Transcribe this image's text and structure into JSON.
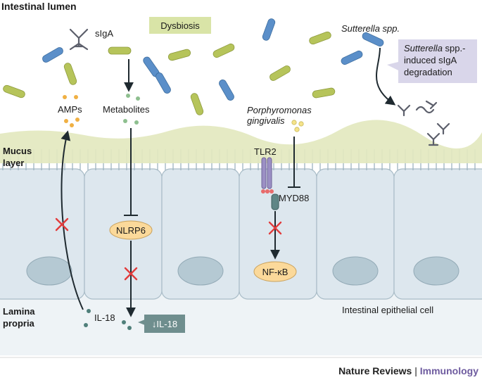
{
  "labels": {
    "lumen": "Intestinal lumen",
    "mucus_1": "Mucus",
    "mucus_2": "layer",
    "lamina_1": "Lamina",
    "lamina_2": "propria",
    "epithelial_cell": "Intestinal epithelial cell"
  },
  "dysbiosis": "Dysbiosis",
  "siga": "sIgA",
  "amps": "AMPs",
  "metabolites": "Metabolites",
  "sutterella": "Sutterella spp.",
  "sutterella_box": {
    "line1_italic": "Sutterella",
    "line1_rest": " spp.-",
    "line2": "induced sIgA",
    "line3": "degradation"
  },
  "porphyromonas_1": "Porphyromonas",
  "porphyromonas_2": "gingivalis",
  "tlr2": "TLR2",
  "myd88": "MYD88",
  "nlrp6": "NLRP6",
  "nfkb": "NF-κB",
  "il18": "IL-18",
  "il18_down": "↓IL-18",
  "footer": {
    "journal": "Nature Reviews",
    "separator": " | ",
    "section": "Immunology"
  },
  "colors": {
    "bacteria_blue": "#5b8fc9",
    "bacteria_green": "#b6c45a",
    "dysbiosis_box": "#d9e4a7",
    "mucus": "#e3e8bf",
    "cell_fill": "#dde7ee",
    "nucleus": "#b5c9d3",
    "receptor_purple": "#9b8fc4",
    "sutterella_box": "#d9d6ea",
    "nlrp6_fill": "#fbd99a",
    "il18_box": "#6f8e8e",
    "blocked_x": "#e23c3c",
    "dots_orange": "#f0b043",
    "dots_green": "#8ebf8f",
    "journal_purple": "#6e5b9f"
  }
}
